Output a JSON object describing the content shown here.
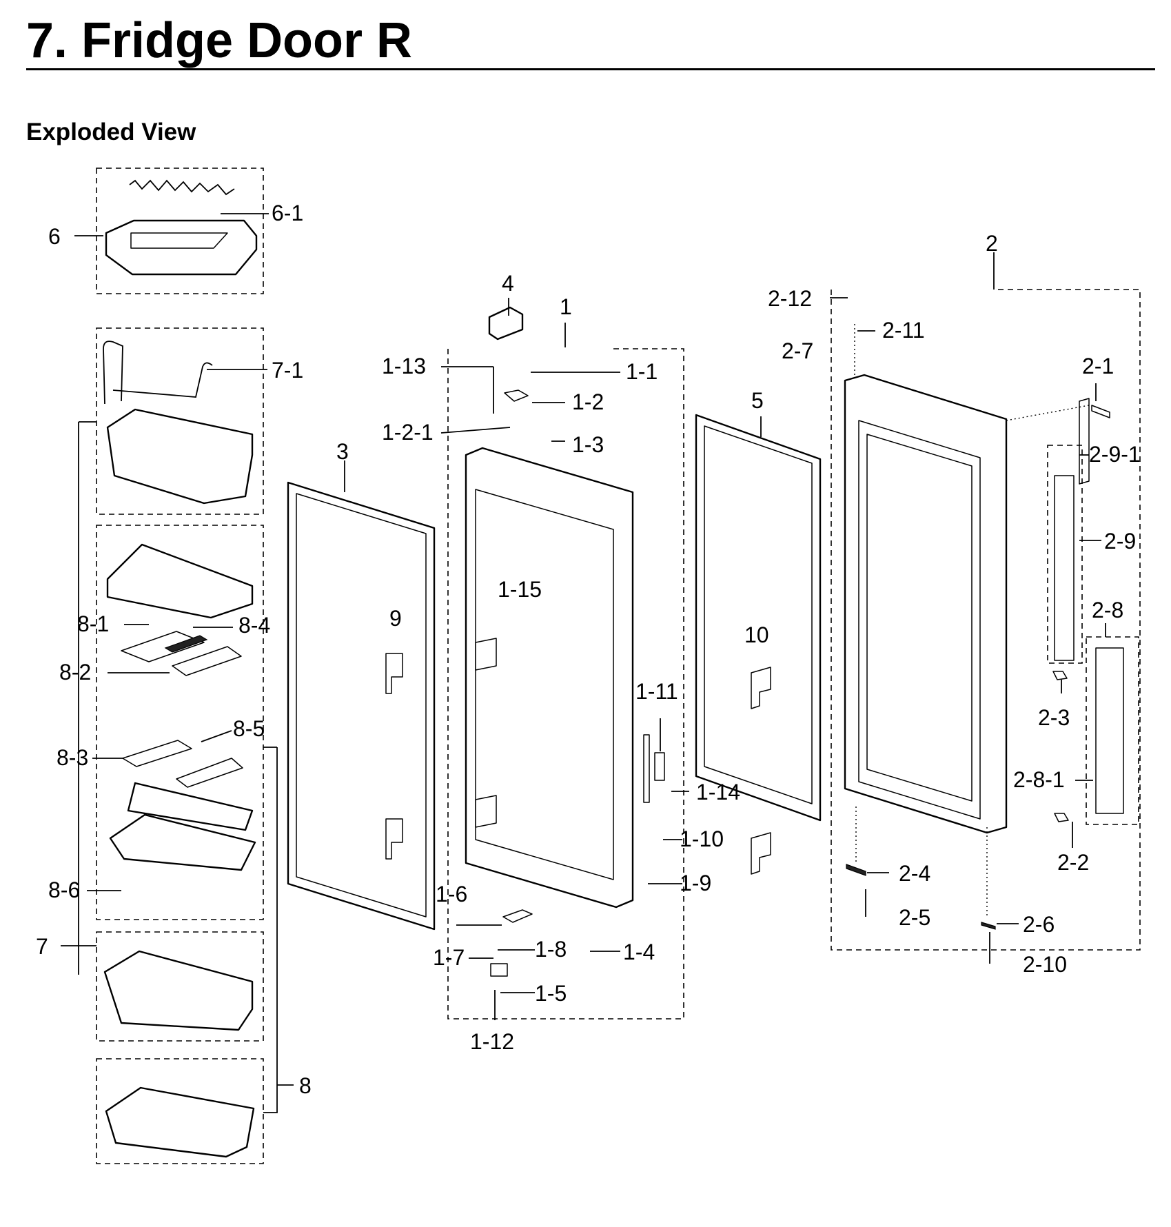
{
  "header": {
    "title": "7.  Fridge Door R",
    "section": "Exploded View"
  },
  "callouts": {
    "c6": "6",
    "c6_1": "6-1",
    "c7_1": "7-1",
    "c8_1": "8-1",
    "c8_2": "8-2",
    "c8_3": "8-3",
    "c8_4": "8-4",
    "c8_5": "8-5",
    "c8_6": "8-6",
    "c7": "7",
    "c8": "8",
    "c3": "3",
    "c9": "9",
    "c4": "4",
    "c1": "1",
    "c1_1": "1-1",
    "c1_2": "1-2",
    "c1_2_1": "1-2-1",
    "c1_3": "1-3",
    "c1_4": "1-4",
    "c1_5": "1-5",
    "c1_6": "1-6",
    "c1_7": "1-7",
    "c1_8": "1-8",
    "c1_9": "1-9",
    "c1_10": "1-10",
    "c1_11": "1-11",
    "c1_12": "1-12",
    "c1_13": "1-13",
    "c1_14": "1-14",
    "c1_15": "1-15",
    "c5": "5",
    "c10": "10",
    "c2": "2",
    "c2_1": "2-1",
    "c2_2": "2-2",
    "c2_3": "2-3",
    "c2_4": "2-4",
    "c2_5": "2-5",
    "c2_6": "2-6",
    "c2_7": "2-7",
    "c2_8": "2-8",
    "c2_8_1": "2-8-1",
    "c2_9": "2-9",
    "c2_9_1": "2-9-1",
    "c2_10": "2-10",
    "c2_11": "2-11",
    "c2_12": "2-12"
  }
}
